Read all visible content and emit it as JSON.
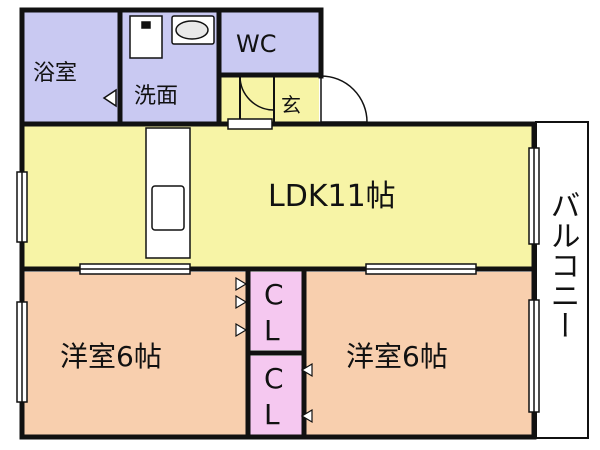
{
  "colors": {
    "bath": "#c9c9f2",
    "wash": "#c9c9f2",
    "wc": "#c9c9f2",
    "entrance": "#f7f4a6",
    "ldk": "#f7f4a6",
    "western": "#f8cfae",
    "closet": "#f5c8f0",
    "wall": "#111111",
    "balcony": "#ffffff"
  },
  "rooms": {
    "bath": "浴室",
    "wash": "洗面",
    "wc": "WC",
    "entrance": "玄",
    "ldk": "LDK11帖",
    "western_left": "洋室6帖",
    "western_right": "洋室6帖",
    "closet_top": [
      "C",
      "L"
    ],
    "closet_bottom": [
      "C",
      "L"
    ],
    "balcony": "バルコニー"
  }
}
